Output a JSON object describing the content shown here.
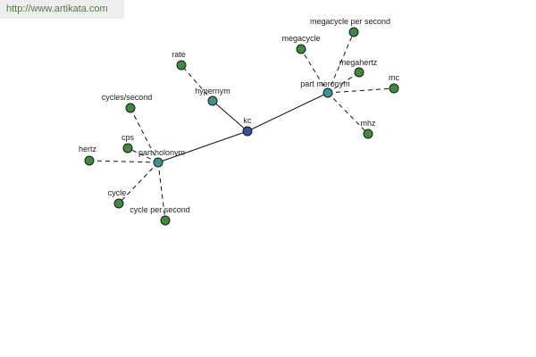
{
  "watermark": {
    "url": "http://www.artikata.com"
  },
  "colors": {
    "center_node": "#3d4f9a",
    "relation_node": "#3d9393",
    "leaf_node": "#3f8a3f",
    "edge": "#111111",
    "watermark_bg": "#eeeeee",
    "watermark_text": "#4c7d3e"
  },
  "graph": {
    "center": {
      "id": "kc",
      "label": "kc"
    },
    "relations": [
      {
        "id": "hypernym",
        "label": "hypernym",
        "children": [
          {
            "id": "rate",
            "label": "rate"
          }
        ]
      },
      {
        "id": "part-holonym",
        "label": "part holonym",
        "children": [
          {
            "id": "cycles-second",
            "label": "cycles/second"
          },
          {
            "id": "cps",
            "label": "cps"
          },
          {
            "id": "hertz",
            "label": "hertz"
          },
          {
            "id": "cycle",
            "label": "cycle"
          },
          {
            "id": "cycle-per-second",
            "label": "cycle per second"
          }
        ]
      },
      {
        "id": "part-meronym",
        "label": "part meronym",
        "children": [
          {
            "id": "megacycle-per-second",
            "label": "megacycle per second"
          },
          {
            "id": "megacycle",
            "label": "megacycle"
          },
          {
            "id": "megahertz",
            "label": "megahertz"
          },
          {
            "id": "mc",
            "label": "mc"
          },
          {
            "id": "mhz",
            "label": "mhz"
          }
        ]
      }
    ]
  }
}
